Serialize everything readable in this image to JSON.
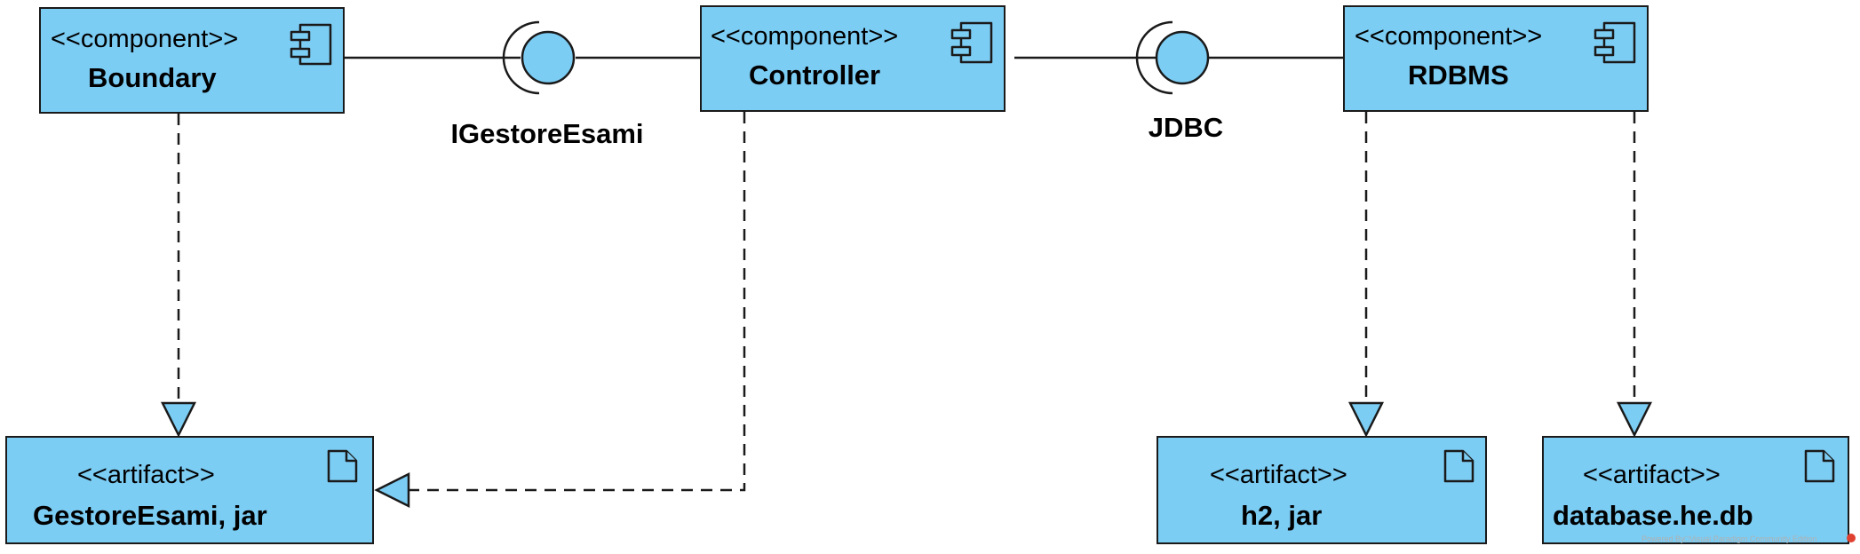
{
  "components": [
    {
      "id": "boundary",
      "stereotype": "<<component>>",
      "name": "Boundary"
    },
    {
      "id": "controller",
      "stereotype": "<<component>>",
      "name": "Controller"
    },
    {
      "id": "rdbms",
      "stereotype": "<<component>>",
      "name": "RDBMS"
    }
  ],
  "interfaces": [
    {
      "id": "igestoreesami",
      "label": "IGestoreEsami"
    },
    {
      "id": "jdbc",
      "label": "JDBC"
    }
  ],
  "artifacts": [
    {
      "id": "gestoreesami-jar",
      "stereotype": "<<artifact>>",
      "name": "GestoreEsami, jar"
    },
    {
      "id": "h2-jar",
      "stereotype": "<<artifact>>",
      "name": "h2, jar"
    },
    {
      "id": "database-he-db",
      "stereotype": "<<artifact>>",
      "name": "database.he.db"
    }
  ],
  "relations": [
    {
      "from": "boundary",
      "to": "gestoreesami-jar",
      "kind": "dependency"
    },
    {
      "from": "controller",
      "to": "gestoreesami-jar",
      "kind": "dependency"
    },
    {
      "from": "rdbms",
      "to": "h2-jar",
      "kind": "dependency"
    },
    {
      "from": "rdbms",
      "to": "database-he-db",
      "kind": "dependency"
    }
  ],
  "footer": {
    "text": "Powered By□Visual Paradigm Community Edition"
  },
  "colors": {
    "fill": "#7ccdf4",
    "stroke": "#1a1a1a",
    "footer_dot": "#e04030"
  }
}
